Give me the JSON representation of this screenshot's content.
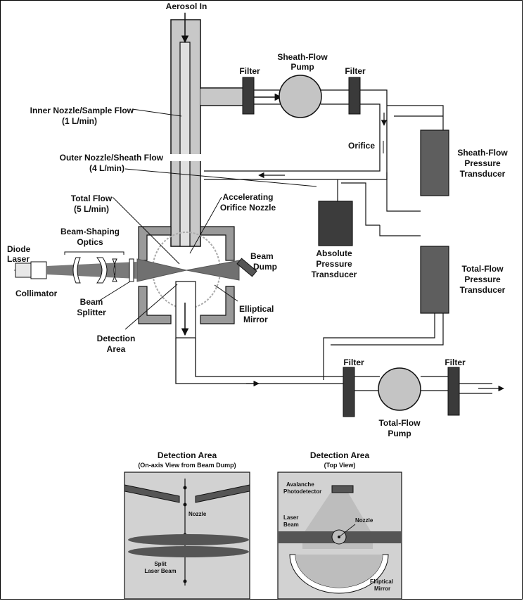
{
  "labels": {
    "aerosol_in": "Aerosol In",
    "sheath_flow_pump_1": "Sheath-Flow",
    "sheath_flow_pump_2": "Pump",
    "filter": "Filter",
    "inner_nozzle_1": "Inner Nozzle/Sample Flow",
    "inner_nozzle_2": "(1 L/min)",
    "orifice": "Orifice",
    "outer_nozzle_1": "Outer Nozzle/Sheath Flow",
    "outer_nozzle_2": "(4 L/min)",
    "sheath_transducer_1": "Sheath-Flow",
    "sheath_transducer_2": "Pressure",
    "sheath_transducer_3": "Transducer",
    "total_flow_1": "Total Flow",
    "total_flow_2": "(5 L/min)",
    "accel_1": "Accelerating",
    "accel_2": "Orifice Nozzle",
    "beam_shaping_1": "Beam-Shaping",
    "beam_shaping_2": "Optics",
    "diode_1": "Diode",
    "diode_2": "Laser",
    "collimator": "Collimator",
    "beam_splitter_1": "Beam",
    "beam_splitter_2": "Splitter",
    "absolute_1": "Absolute",
    "absolute_2": "Pressure",
    "absolute_3": "Transducer",
    "beam_dump_1": "Beam",
    "beam_dump_2": "Dump",
    "total_transducer_1": "Total-Flow",
    "total_transducer_2": "Pressure",
    "total_transducer_3": "Transducer",
    "elliptical_1": "Elliptical",
    "elliptical_2": "Mirror",
    "detection_area_1": "Detection",
    "detection_area_2": "Area",
    "total_pump_1": "Total-Flow",
    "total_pump_2": "Pump"
  },
  "inset_left": {
    "title": "Detection Area",
    "subtitle": "(On-axis View from Beam Dump)",
    "nozzle": "Nozzle",
    "split_1": "Split",
    "split_2": "Laser Beam"
  },
  "inset_right": {
    "title": "Detection Area",
    "subtitle": "(Top View)",
    "apd_1": "Avalanche",
    "apd_2": "Photodetector",
    "laser_1": "Laser",
    "laser_2": "Beam",
    "nozzle": "Nozzle",
    "mirror_1": "Elliptical",
    "mirror_2": "Mirror"
  },
  "colors": {
    "line": "#111111",
    "pipe_fill": "#c8c8c8",
    "chamber_fill": "#9a9a9a",
    "dark_box": "#3c3c3c",
    "transducer": "#5e5e5e",
    "pump": "#c4c4c4",
    "beam": "#707070",
    "inset_bg": "#d2d2d2"
  }
}
